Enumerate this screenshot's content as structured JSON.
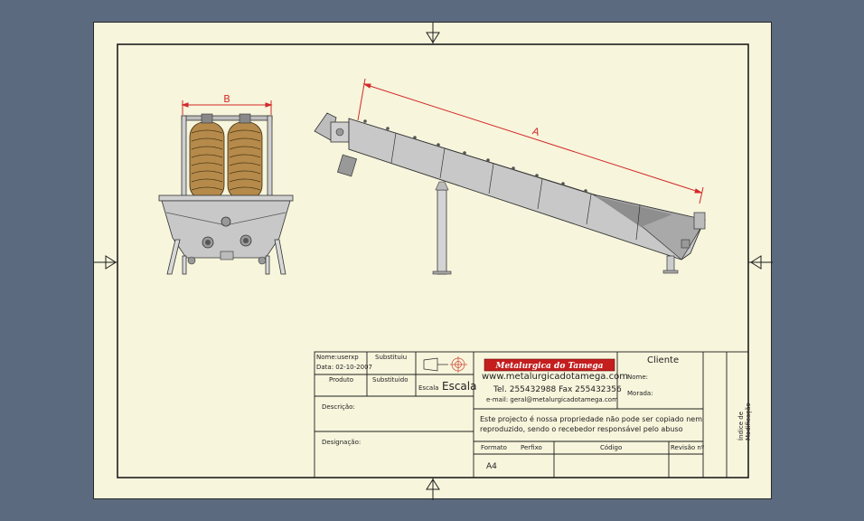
{
  "dimensions": {
    "front_view": "B",
    "side_view": "A"
  },
  "title_block": {
    "nome": "Nome:userxp",
    "data": "Data: 02-10-2007",
    "substituiu": "Substituiu",
    "produto": "Produto",
    "substituido": "Substituido",
    "escala_label": "Escala",
    "escala_value": "Escala",
    "descricao": "Descrição:",
    "designacao": "Designação:",
    "logo_text": "Metalurgica do Tamega",
    "website": "www.metalurgicadotamega.com",
    "phone": "Tel. 255432988 Fax 255432356",
    "email": "e-mail: geral@metalurgicadotamega.com",
    "cliente": "Cliente",
    "cliente_nome": "Nome:",
    "cliente_morada": "Morada:",
    "disclaimer_line1": "Este projecto é nossa propriedade não pode ser copiado nem",
    "disclaimer_line2": "reproduzido, sendo o recebedor responsável pelo abuso",
    "formato_label": "Formato",
    "perfixo_label": "Perfixo",
    "codigo_label": "Código",
    "revisao_label": "Revisão nº",
    "formato_value": "A4",
    "indice_line1": "Índice de",
    "indice_line2": "Modificação"
  },
  "colors": {
    "paper": "#f7f5dc",
    "background": "#5b6a7e",
    "dimension": "#d22a2a",
    "steel": "#c4c4c4",
    "spiral": "#b58a4a"
  }
}
